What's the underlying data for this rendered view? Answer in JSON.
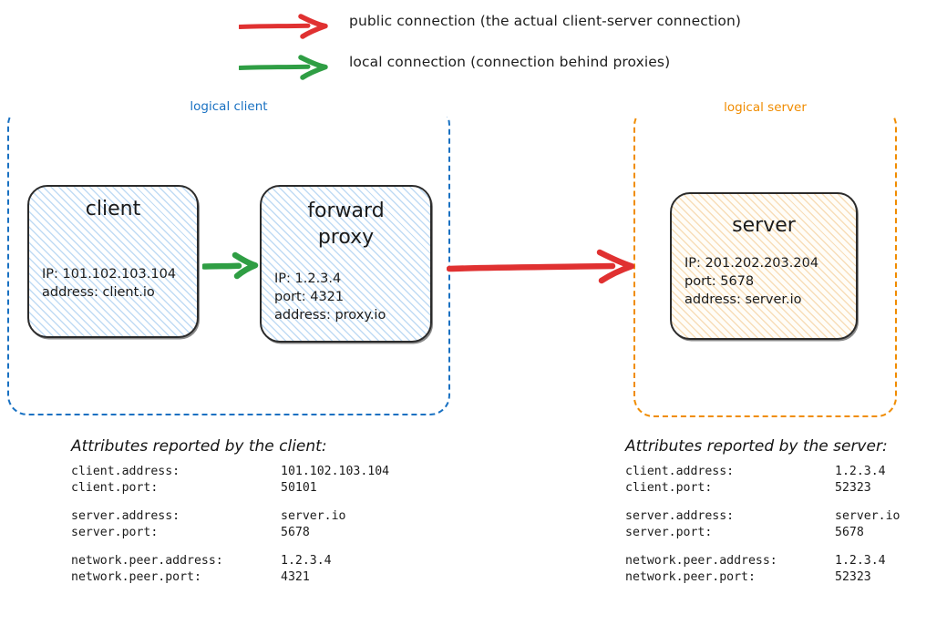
{
  "legend": {
    "items": [
      {
        "icon": "red-arrow-right-icon",
        "color": "#e03131",
        "label": "public connection (the actual client-server connection)"
      },
      {
        "icon": "green-arrow-right-icon",
        "color": "#2f9e44",
        "label": "local connection (connection behind proxies)"
      }
    ]
  },
  "colors": {
    "public_connection": "#e03131",
    "local_connection": "#2f9e44",
    "logical_client_border": "#1971c2",
    "logical_server_border": "#f08c00",
    "node_border": "#2b2b2b",
    "client_fill_hatch": "#8cbeeb",
    "server_fill_hatch": "#f0be78"
  },
  "logical_client": {
    "label": "logical client",
    "nodes": {
      "client": {
        "title": "client",
        "attrs": [
          "IP: 101.102.103.104",
          "address: client.io"
        ]
      },
      "forward_proxy": {
        "title": "forward\nproxy",
        "attrs": [
          "IP: 1.2.3.4",
          "port: 4321",
          "address: proxy.io"
        ]
      }
    }
  },
  "logical_server": {
    "label": "logical server",
    "nodes": {
      "server": {
        "title": "server",
        "attrs": [
          "IP: 201.202.203.204",
          "port: 5678",
          "address: server.io"
        ]
      }
    }
  },
  "connections": {
    "local_client_to_proxy": {
      "type": "local",
      "color": "#2f9e44"
    },
    "public_client_to_server": {
      "type": "public",
      "color": "#e03131"
    }
  },
  "attributes_client": {
    "heading": "Attributes reported by the client:",
    "groups": [
      [
        {
          "key": "client.address:",
          "value": "101.102.103.104"
        },
        {
          "key": "client.port:",
          "value": "50101"
        }
      ],
      [
        {
          "key": "server.address:",
          "value": "server.io"
        },
        {
          "key": "server.port:",
          "value": "5678"
        }
      ],
      [
        {
          "key": "network.peer.address:",
          "value": "1.2.3.4"
        },
        {
          "key": "network.peer.port:",
          "value": "4321"
        }
      ]
    ]
  },
  "attributes_server": {
    "heading": "Attributes reported by the server:",
    "groups": [
      [
        {
          "key": "client.address:",
          "value": "1.2.3.4"
        },
        {
          "key": "client.port:",
          "value": "52323"
        }
      ],
      [
        {
          "key": "server.address:",
          "value": "server.io"
        },
        {
          "key": "server.port:",
          "value": "5678"
        }
      ],
      [
        {
          "key": "network.peer.address:",
          "value": "1.2.3.4"
        },
        {
          "key": "network.peer.port:",
          "value": "52323"
        }
      ]
    ]
  }
}
